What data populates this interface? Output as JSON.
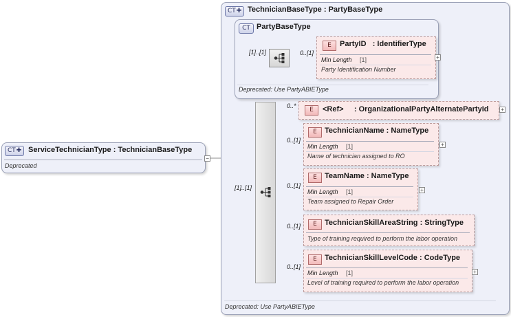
{
  "root": {
    "badge": "CT",
    "title": "ServiceTechnicianType : TechnicianBaseType",
    "doc": "Deprecated",
    "expander": "−"
  },
  "outer": {
    "badge": "CT",
    "title": "TechnicianBaseType : PartyBaseType",
    "doc": "Deprecated: Use PartyABIEType"
  },
  "inner": {
    "badge": "CT",
    "title": "PartyBaseType",
    "doc": "Deprecated: Use PartyABIEType",
    "seq_occurs": "[1]..[1]"
  },
  "outer_seq_occurs": "[1]..[1]",
  "elements": [
    {
      "badge": "E",
      "name": "PartyID",
      "type": ": IdentifierType",
      "occurs": "0..[1]",
      "facet_label": "Min Length",
      "facet_value": "[1]",
      "doc": "Party Identification Number",
      "expander": "+"
    },
    {
      "badge": "E",
      "name": "<Ref>",
      "type": ": OrganizationalPartyAlternatePartyId",
      "occurs": "0..*",
      "expander": "+"
    },
    {
      "badge": "E",
      "name": "TechnicianName",
      "type": ": NameType",
      "occurs": "0..[1]",
      "facet_label": "Min Length",
      "facet_value": "[1]",
      "doc": "Name of technician assigned to RO",
      "expander": "+"
    },
    {
      "badge": "E",
      "name": "TeamName",
      "type": ": NameType",
      "occurs": "0..[1]",
      "facet_label": "Min Length",
      "facet_value": "[1]",
      "doc": "Team assigned to Repair Order",
      "expander": "+"
    },
    {
      "badge": "E",
      "name": "TechnicianSkillAreaString",
      "type": ": StringType",
      "occurs": "0..[1]",
      "doc": "Type of training required to perform the labor operation"
    },
    {
      "badge": "E",
      "name": "TechnicianSkillLevelCode",
      "type": ": CodeType",
      "occurs": "0..[1]",
      "facet_label": "Min Length",
      "facet_value": "[1]",
      "doc": "Level of training required to perform the labor operation",
      "expander": "+"
    }
  ]
}
